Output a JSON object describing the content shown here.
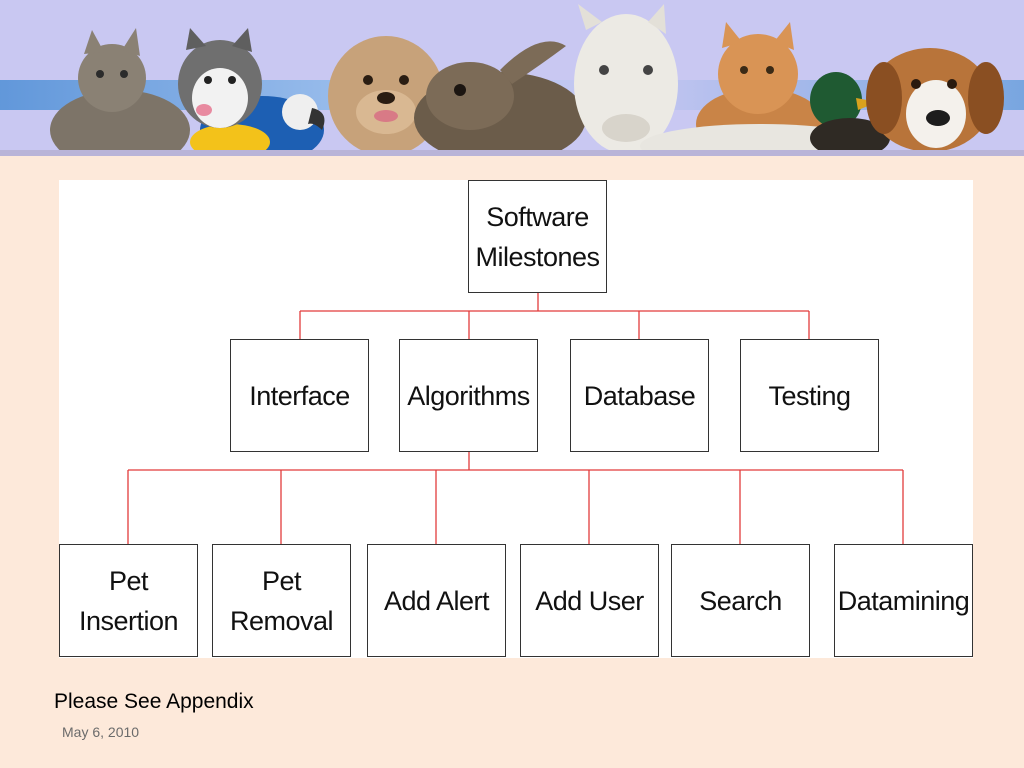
{
  "diagram": {
    "root": "Software\nMilestones",
    "level1": [
      "Interface",
      "Algorithms",
      "Database",
      "Testing"
    ],
    "level2": [
      "Pet\nInsertion",
      "Pet\nRemoval",
      "Add Alert",
      "Add User",
      "Search",
      "Datamining"
    ],
    "connector_color": "#e23b3b"
  },
  "footer": {
    "note": "Please See Appendix",
    "date": "May 6, 2010"
  },
  "banner": {
    "background_color": "#c9c8f2",
    "animals": [
      "cat-icon",
      "husky-icon",
      "parrot-icon",
      "dog-icon",
      "rabbit-icon",
      "horse-icon",
      "orange-cat-icon",
      "duck-icon",
      "beagle-icon"
    ]
  }
}
